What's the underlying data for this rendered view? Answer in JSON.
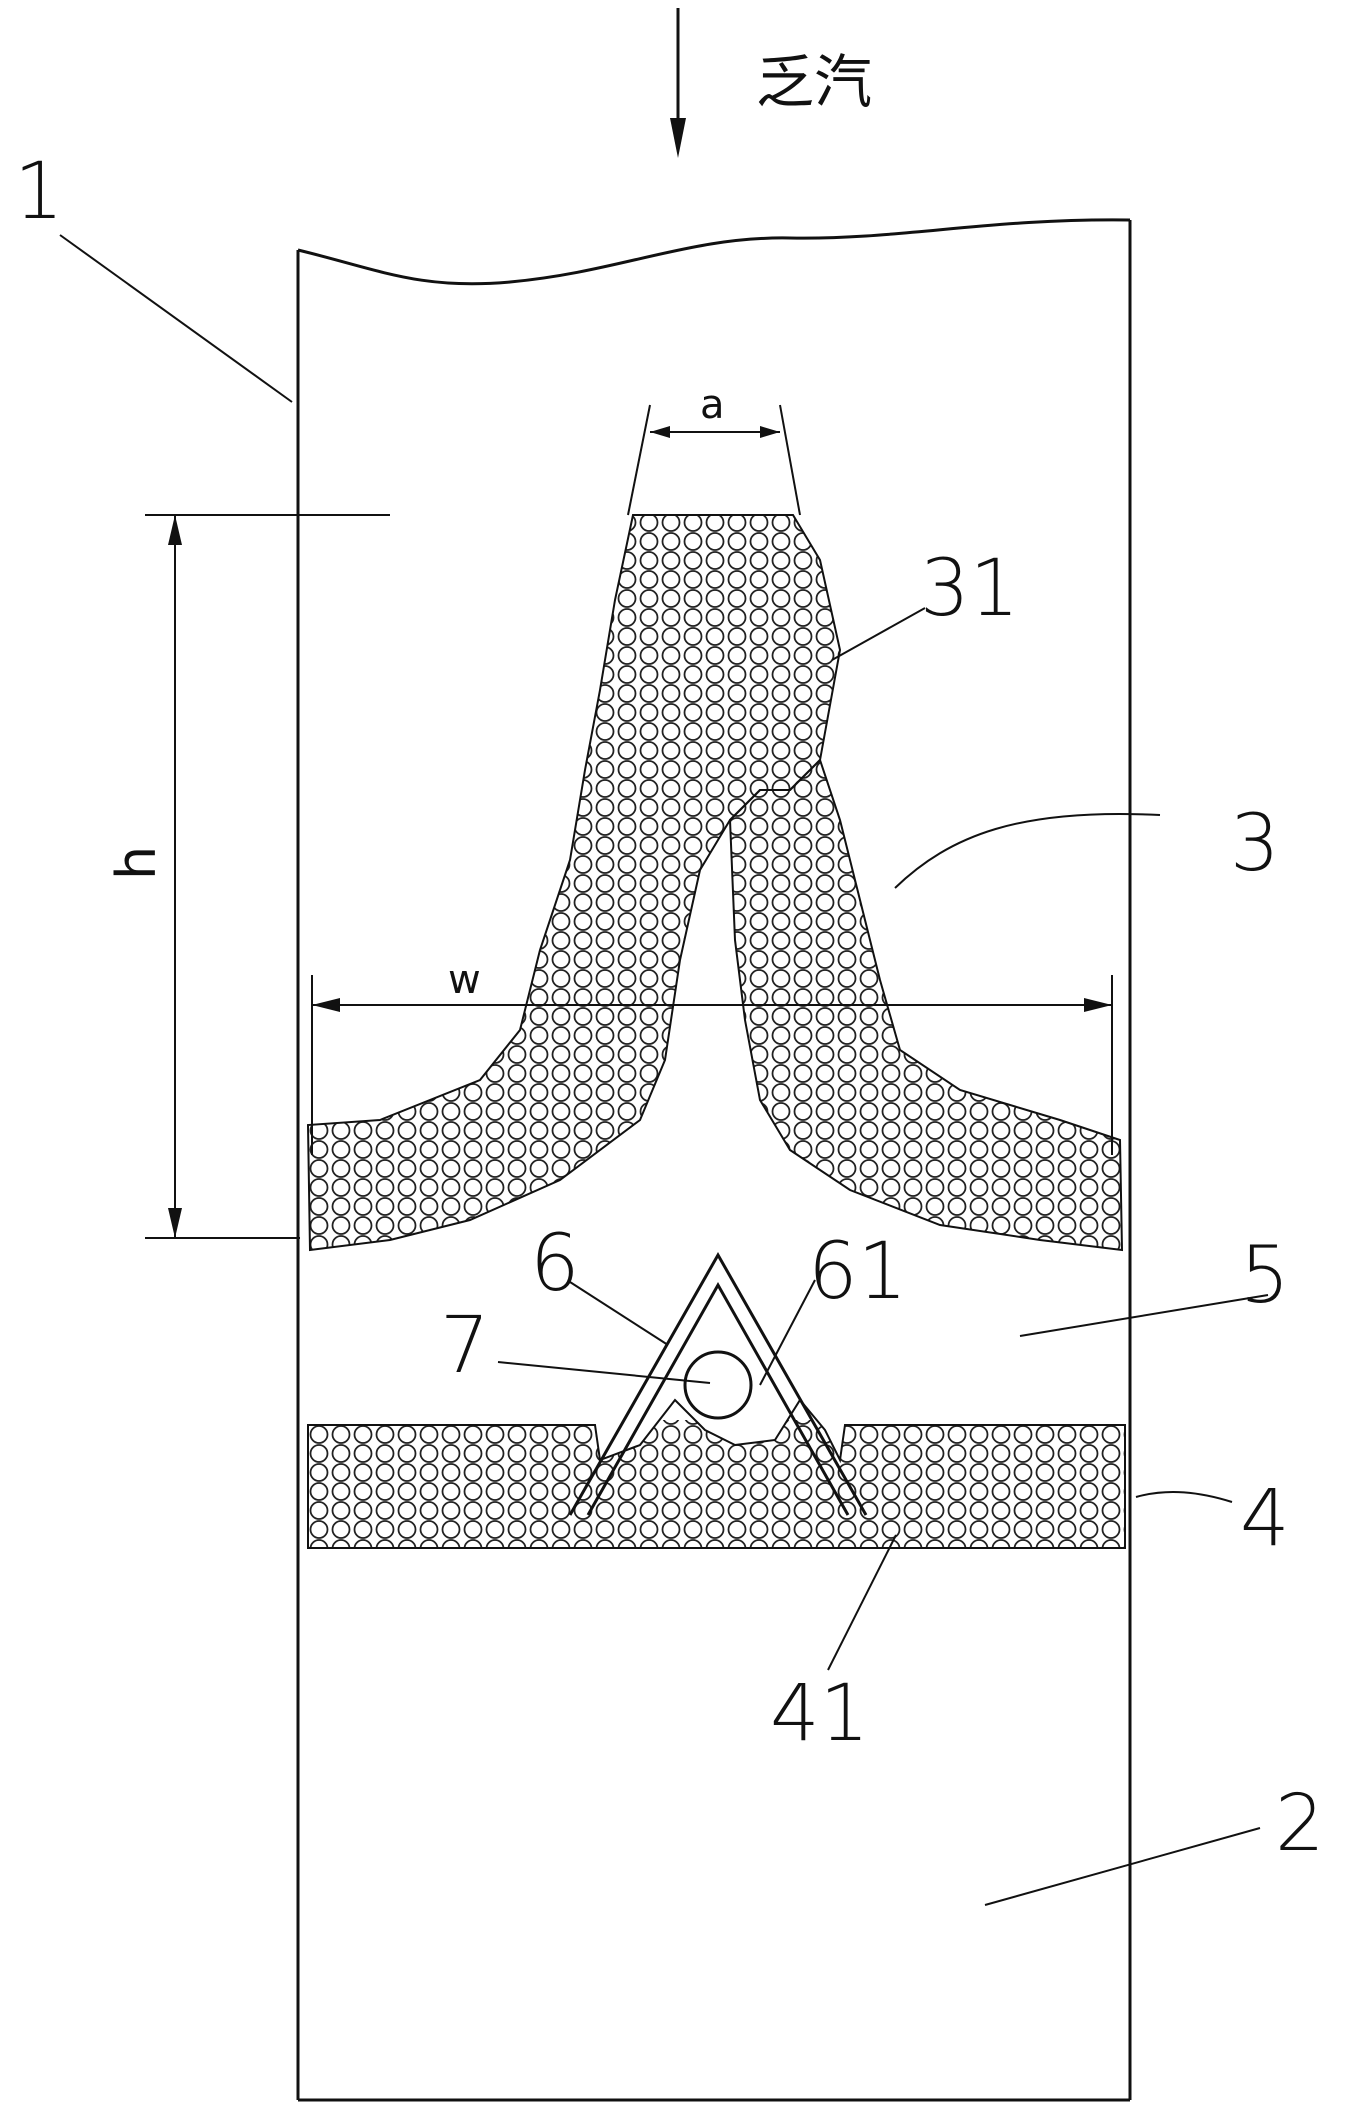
{
  "flow_label": "乏汽",
  "labels": {
    "housing_upper": "1",
    "housing_lower": "2",
    "first_packing": "3",
    "first_packing_top": "31",
    "second_packing": "4",
    "second_packing_bottom": "41",
    "middle_space": "5",
    "deflector": "6",
    "deflector_inner": "61",
    "pipe": "7"
  },
  "dimensions": {
    "top_width": "a",
    "height": "h",
    "bottom_width": "w"
  }
}
